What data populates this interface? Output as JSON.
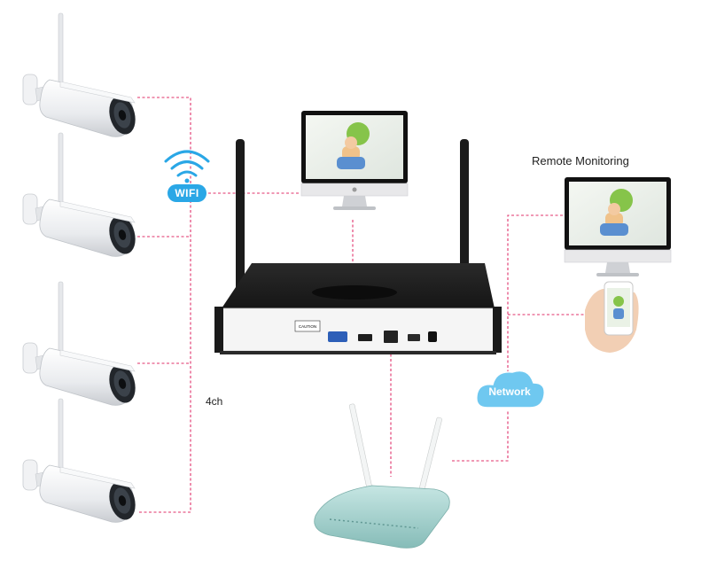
{
  "labels": {
    "wifi": "WIFI",
    "channels": "4ch",
    "remote": "Remote Monitoring",
    "network": "Network",
    "caution": "CAUTION"
  },
  "colors": {
    "connector_line": "#e0306a",
    "wifi_badge": "#2aa7e6",
    "network_cloud": "#6fc8f0",
    "router_body": "#9fd2cf"
  },
  "icons": {
    "wifi": "wifi-signal-icon",
    "cloud": "cloud-icon",
    "camera": "bullet-camera-icon",
    "monitor": "desktop-monitor-icon",
    "phone": "smartphone-icon",
    "router": "wireless-router-icon",
    "nvr": "nvr-recorder-icon"
  },
  "cameras": [
    {
      "id": "camera-1"
    },
    {
      "id": "camera-2"
    },
    {
      "id": "camera-3"
    },
    {
      "id": "camera-4"
    }
  ]
}
